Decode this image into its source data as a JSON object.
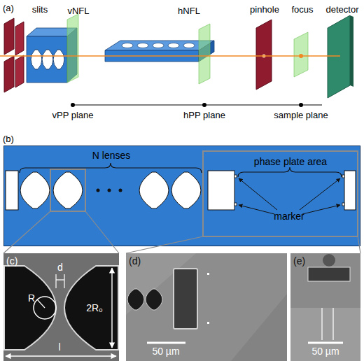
{
  "diagram": {
    "nodes": [
      {
        "text": [
          "N lenses",
          "phase plate area",
          "marker"
        ]
      },
      {
        "text": [
          "(c)",
          "d",
          "R",
          "2R₀",
          "l"
        ]
      },
      {
        "text": [
          "(d)",
          "50 µm"
        ]
      },
      {
        "text": [
          "(e)",
          "50 µm"
        ]
      }
    ],
    "labels": [
      "(a)",
      "slits",
      "vNFL",
      "hNFL",
      "pinhole",
      "focus",
      "detector",
      "vPP plane",
      "hPP plane",
      "sample plane",
      "(b)"
    ]
  }
}
